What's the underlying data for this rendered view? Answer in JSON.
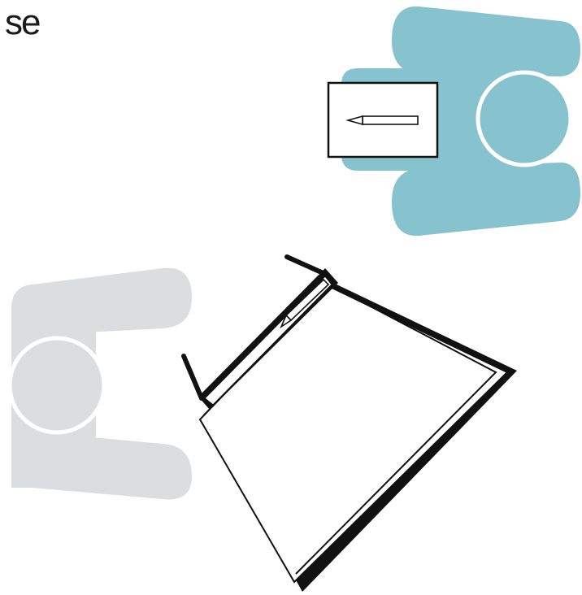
{
  "diagram": {
    "label": "se",
    "colors": {
      "person_top": "#86C3CF",
      "person_left": "#DCDDDE",
      "outline": "#111111",
      "paper": "#ffffff"
    },
    "figures": [
      {
        "name": "person-top",
        "role": "seated person viewed from above, holding a note with a pencil"
      },
      {
        "name": "person-left",
        "role": "seated person viewed from above"
      },
      {
        "name": "drawing-board",
        "role": "tilted drawing board with pencil on ledge"
      }
    ]
  }
}
